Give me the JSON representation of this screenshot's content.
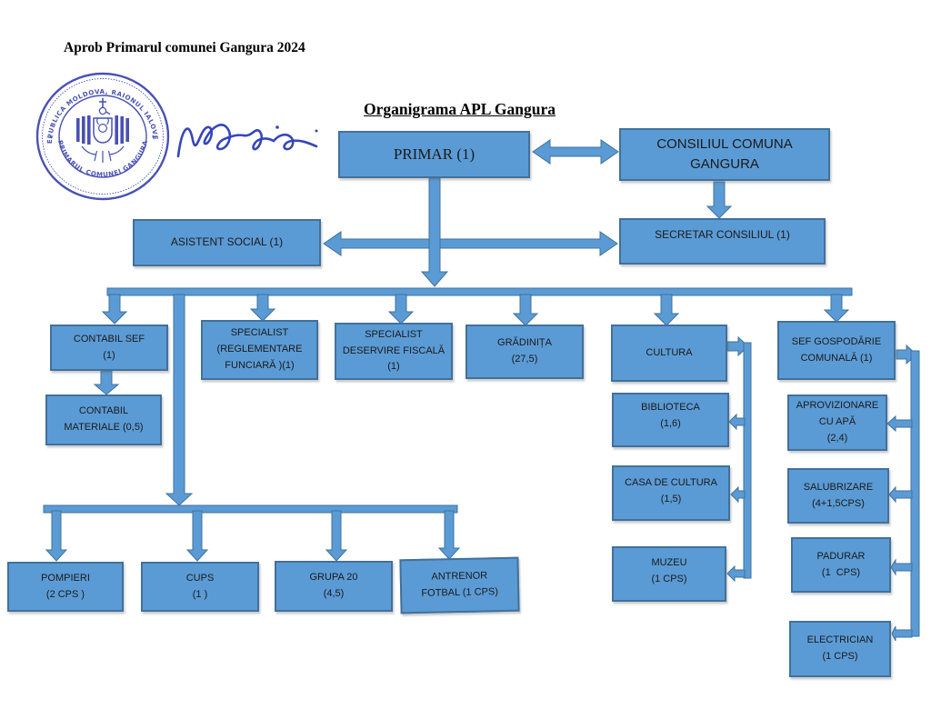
{
  "header": {
    "approval": "Aprob Primarul comunei Gangura 2024",
    "title": "Organigrama APL Gangura"
  },
  "stamp": {
    "emblem": "moldova-coat-of-arms-eagle",
    "ring_top": "REPUBLICA MOLDOVA, RAIONUL IALOVENI",
    "ring_bottom": "PRIMARUL COMUNEI GANGURA",
    "separator": "✶"
  },
  "signature": {
    "icon": "handwritten-signature-blue-ink"
  },
  "colors": {
    "box_fill": "#5b9bd5",
    "box_border": "#41719c",
    "stamp_ink": "#3a43ae",
    "signature_ink": "#2b3db8",
    "text": "#1a1a1a"
  },
  "nodes": {
    "primar": {
      "lines": [
        "PRIMAR (1)"
      ]
    },
    "consiliul": {
      "lines": [
        "CONSILIUL COMUNA",
        "GANGURA"
      ]
    },
    "secretar": {
      "lines": [
        "SECRETAR CONSILIUL (1)"
      ]
    },
    "asistent": {
      "lines": [
        "ASISTENT SOCIAL (1)"
      ]
    },
    "contabil_sef": {
      "lines": [
        "CONTABIL SEF",
        "(1)"
      ]
    },
    "specialist_funciara": {
      "lines": [
        "SPECIALIST",
        "(REGLEMENTARE",
        "FUNCIARĂ )(1)"
      ]
    },
    "specialist_fiscala": {
      "lines": [
        "SPECIALIST",
        "DESERVIRE FISCALĂ",
        "(1)"
      ]
    },
    "gradinita": {
      "lines": [
        "GRĂDINIȚA",
        "(27,5)"
      ]
    },
    "cultura": {
      "lines": [
        "CULTURA"
      ]
    },
    "sef_gospodarie": {
      "lines": [
        "SEF GOSPODĂRIE",
        "COMUNALĂ (1)"
      ]
    },
    "contabil_materiale": {
      "lines": [
        "CONTABIL",
        "MATERIALE (0,5)"
      ]
    },
    "biblioteca": {
      "lines": [
        "BIBLIOTECA",
        "(1,6)"
      ]
    },
    "casa_de_cultura": {
      "lines": [
        "CASA DE CULTURA",
        "(1,5)"
      ]
    },
    "muzeu": {
      "lines": [
        "MUZEU",
        "(1 CPS)"
      ]
    },
    "aprovizionare": {
      "lines": [
        "APROVIZIONARE",
        "CU APĂ",
        "(2,4)"
      ]
    },
    "salubrizare": {
      "lines": [
        "SALUBRIZARE",
        "(4+1,5CPS)"
      ]
    },
    "padurar": {
      "lines": [
        "PADURAR",
        "(1  CPS)"
      ]
    },
    "electrician": {
      "lines": [
        "ELECTRICIAN",
        "(1 CPS)"
      ]
    },
    "pompieri": {
      "lines": [
        "POMPIERI",
        "(2 CPS )"
      ]
    },
    "cups": {
      "lines": [
        "CUPS",
        "(1 )"
      ]
    },
    "grupa_20": {
      "lines": [
        "GRUPA 20",
        "(4,5)"
      ]
    },
    "antrenor": {
      "lines": [
        "ANTRENOR",
        "FOTBAL (1 CPS)"
      ]
    }
  }
}
